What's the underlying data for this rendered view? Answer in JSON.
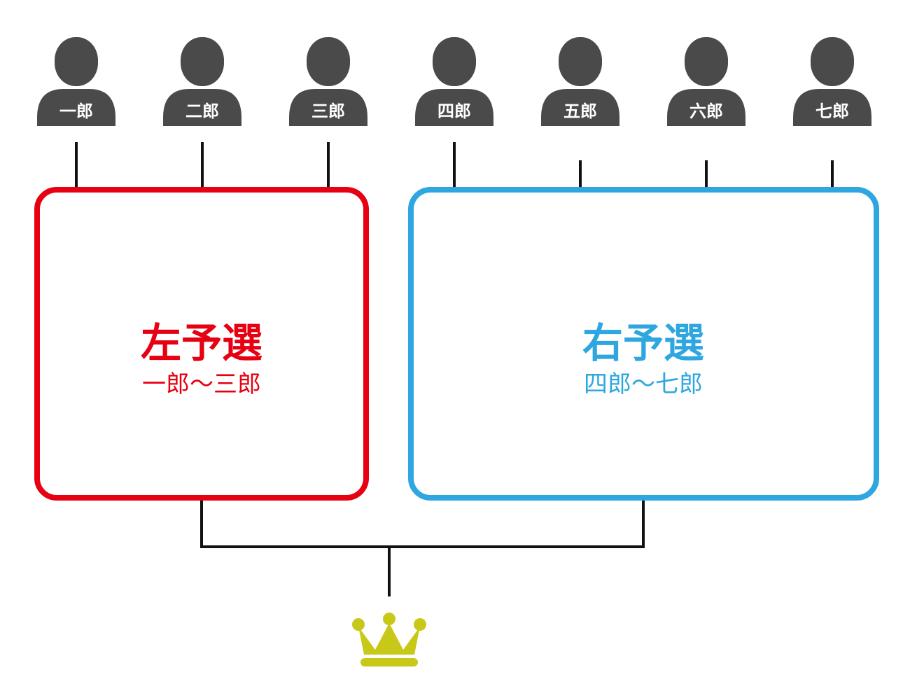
{
  "players": [
    {
      "label": "一郎"
    },
    {
      "label": "二郎"
    },
    {
      "label": "三郎"
    },
    {
      "label": "四郎"
    },
    {
      "label": "五郎"
    },
    {
      "label": "六郎"
    },
    {
      "label": "七郎"
    }
  ],
  "groups": {
    "left": {
      "title": "左予選",
      "subtitle": "一郎～三郎"
    },
    "right": {
      "title": "右予選",
      "subtitle": "四郎～七郎"
    }
  },
  "colors": {
    "person": "#4a4a4a",
    "line": "#111111",
    "left_group": "#e60012",
    "right_group": "#2ea7e0",
    "crown": "#c8c819"
  },
  "icons": {
    "player": "person-icon",
    "winner": "crown-icon"
  }
}
